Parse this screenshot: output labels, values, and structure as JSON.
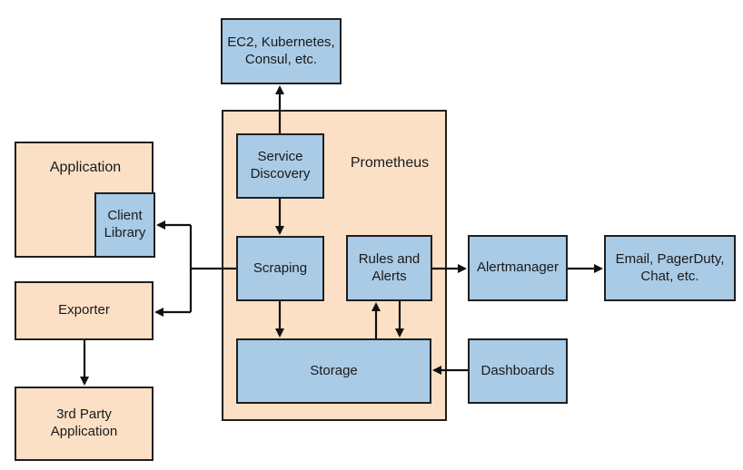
{
  "nodes": {
    "ec2": "EC2, Kubernetes,\nConsul, etc.",
    "prometheus": "Prometheus",
    "service_discovery": "Service\nDiscovery",
    "scraping": "Scraping",
    "rules_alerts": "Rules and\nAlerts",
    "storage": "Storage",
    "application": "Application",
    "client_library": "Client\nLibrary",
    "exporter": "Exporter",
    "third_party": "3rd Party\nApplication",
    "alertmanager": "Alertmanager",
    "email": "Email, PagerDuty,\nChat, etc.",
    "dashboards": "Dashboards"
  },
  "colors": {
    "component": "#a9cbe6",
    "external": "#fbe0c6",
    "line": "#111111"
  }
}
